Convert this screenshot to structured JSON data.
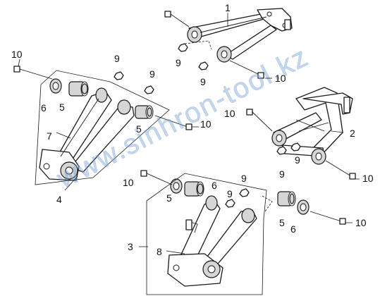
{
  "watermark": "www.sinhron-tool.kz",
  "callouts": {
    "c1": "1",
    "c2": "2",
    "c3": "3",
    "c4": "4",
    "c5a": "5",
    "c5b": "5",
    "c5c": "5",
    "c5d": "5",
    "c6a": "6",
    "c6b": "6",
    "c6c": "6",
    "c7": "7",
    "c8": "8",
    "c9a": "9",
    "c9b": "9",
    "c9c": "9",
    "c9d": "9",
    "c9e": "9",
    "c9f": "9",
    "c9g": "9",
    "c9h": "9",
    "c10a": "10",
    "c10b": "10",
    "c10c": "10",
    "c10d": "10",
    "c10e": "10",
    "c10f": "10",
    "c10g": "10"
  }
}
